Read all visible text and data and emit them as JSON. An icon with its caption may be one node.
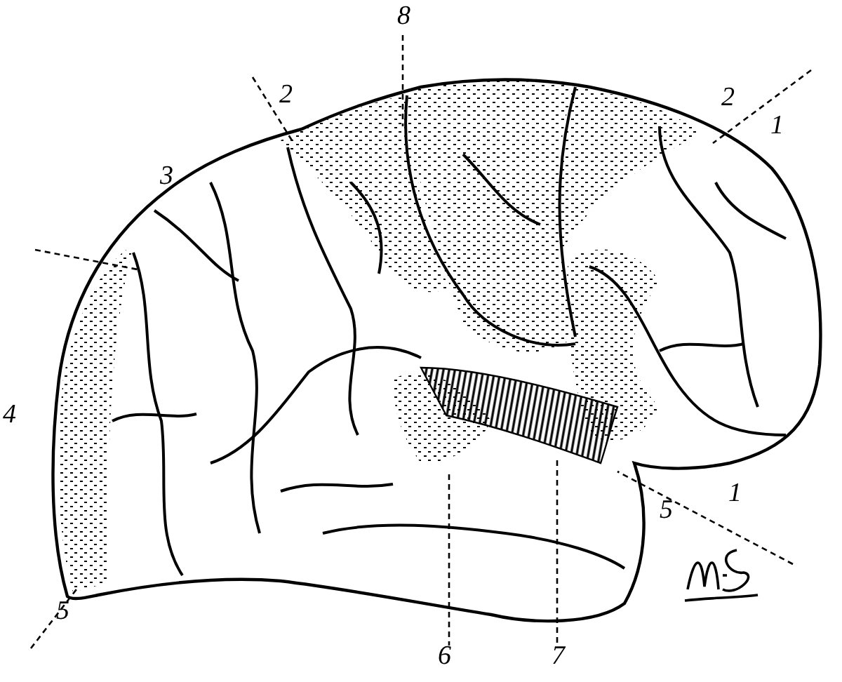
{
  "diagram": {
    "labels": [
      "8",
      "2",
      "2",
      "1",
      "3",
      "4",
      "1",
      "5",
      "5",
      "6",
      "7"
    ]
  }
}
